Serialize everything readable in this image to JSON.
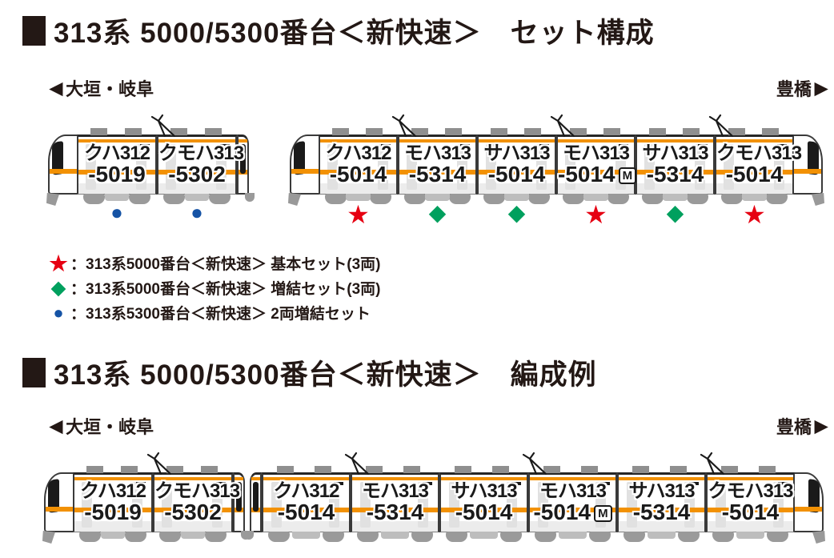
{
  "sections": [
    {
      "id": "set-composition",
      "title": "313系 5000/5300番台＜新快速＞　セット構成"
    },
    {
      "id": "formation-example",
      "title": "313系 5000/5300番台＜新快速＞　編成例"
    }
  ],
  "direction": {
    "left_arrow": "◀",
    "left_label": "大垣・岐阜",
    "right_label": "豊橋",
    "right_arrow": "▶"
  },
  "symbols": {
    "star": "★",
    "diamond": "◆",
    "circle": "●",
    "motor": "M"
  },
  "colors": {
    "star": "#e60012",
    "diamond": "#00a05e",
    "circle": "#1553a5",
    "stripe_orange": "#f29104",
    "title_ink": "#231815"
  },
  "trains": {
    "rows": [
      {
        "name": "set-composition-row",
        "show_symbols": true,
        "units": [
          {
            "id": "5300-2car-unit",
            "left_end": "nose",
            "right_end": "cab",
            "cars": [
              {
                "series": "クハ312",
                "number": "-5019",
                "pantograph": false,
                "motor": false,
                "symbol": "circle"
              },
              {
                "series": "クモハ313",
                "number": "-5302",
                "pantograph": true,
                "motor": false,
                "symbol": "circle"
              }
            ]
          },
          {
            "id": "5000-6car-unit",
            "left_end": "nose",
            "right_end": "nose",
            "cars": [
              {
                "series": "クハ312",
                "number": "-5014",
                "pantograph": false,
                "motor": false,
                "symbol": "star"
              },
              {
                "series": "モハ313",
                "number": "-5314",
                "pantograph": true,
                "motor": false,
                "symbol": "diamond"
              },
              {
                "series": "サハ313",
                "number": "-5014",
                "pantograph": false,
                "motor": false,
                "symbol": "diamond"
              },
              {
                "series": "モハ313",
                "number": "-5014",
                "pantograph": true,
                "motor": true,
                "symbol": "star"
              },
              {
                "series": "サハ313",
                "number": "-5314",
                "pantograph": false,
                "motor": false,
                "symbol": "diamond"
              },
              {
                "series": "クモハ313",
                "number": "-5014",
                "pantograph": true,
                "motor": false,
                "symbol": "star"
              }
            ]
          }
        ]
      },
      {
        "name": "formation-example-row",
        "show_symbols": false,
        "units": [
          {
            "id": "5300-2car-unit",
            "left_end": "nose",
            "right_end": "cab",
            "cars": [
              {
                "series": "クハ312",
                "number": "-5019",
                "pantograph": false,
                "motor": false
              },
              {
                "series": "クモハ313",
                "number": "-5302",
                "pantograph": true,
                "motor": false
              }
            ]
          },
          {
            "id": "5000-6car-unit",
            "left_end": "cab",
            "right_end": "nose",
            "cars": [
              {
                "series": "クハ312",
                "number": "-5014",
                "pantograph": false,
                "motor": false
              },
              {
                "series": "モハ313",
                "number": "-5314",
                "pantograph": true,
                "motor": false
              },
              {
                "series": "サハ313",
                "number": "-5014",
                "pantograph": false,
                "motor": false
              },
              {
                "series": "モハ313",
                "number": "-5014",
                "pantograph": true,
                "motor": true
              },
              {
                "series": "サハ313",
                "number": "-5314",
                "pantograph": false,
                "motor": false
              },
              {
                "series": "クモハ313",
                "number": "-5014",
                "pantograph": true,
                "motor": false
              }
            ]
          }
        ]
      }
    ]
  },
  "legend": {
    "items": [
      {
        "symbol": "star",
        "glyph": "★",
        "label": "：313系5000番台＜新快速＞ 基本セット(3両)"
      },
      {
        "symbol": "diamond",
        "glyph": "◆",
        "label": "：313系5000番台＜新快速＞ 増結セット(3両)"
      },
      {
        "symbol": "circle",
        "glyph": "●",
        "label": "：313系5300番台＜新快速＞ 2両増結セット"
      }
    ]
  }
}
